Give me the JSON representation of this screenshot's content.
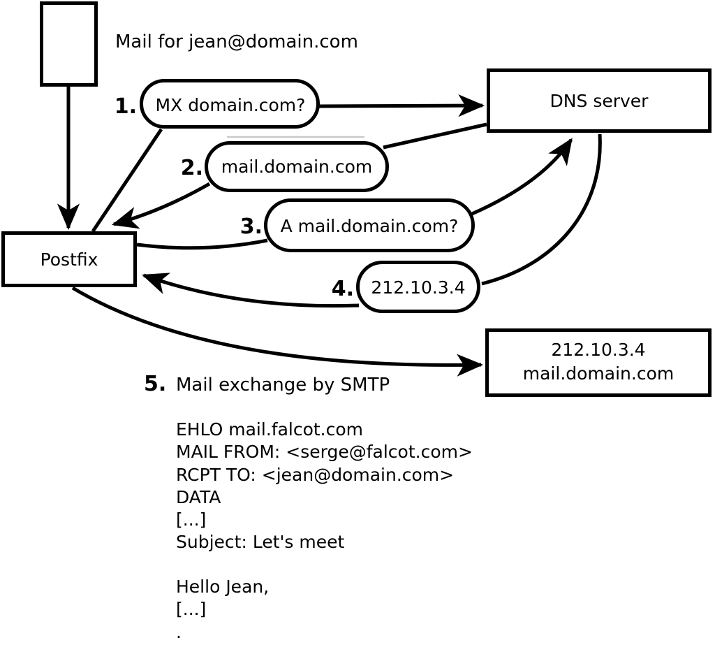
{
  "diagram": {
    "accent_color": "#000000",
    "background_color": "#ffffff",
    "title": "Mail for jean@domain.com",
    "nodes": {
      "postfix": {
        "label": "Postfix"
      },
      "dns_server": {
        "label": "DNS server"
      },
      "mail_server": {
        "line1": "212.10.3.4",
        "line2": "mail.domain.com"
      }
    },
    "steps": [
      {
        "number": "1.",
        "label": "MX domain.com?"
      },
      {
        "number": "2.",
        "label": "mail.domain.com"
      },
      {
        "number": "3.",
        "label": "A mail.domain.com?"
      },
      {
        "number": "4.",
        "label": "212.10.3.4"
      },
      {
        "number": "5.",
        "label": "Mail exchange by SMTP"
      }
    ],
    "smtp_session": {
      "lines": [
        "EHLO mail.falcot.com",
        "MAIL FROM: <serge@falcot.com>",
        "RCPT TO: <jean@domain.com>",
        "DATA",
        "[...]",
        "Subject: Let's meet",
        "",
        "Hello Jean,",
        "[...]",
        "."
      ]
    }
  }
}
